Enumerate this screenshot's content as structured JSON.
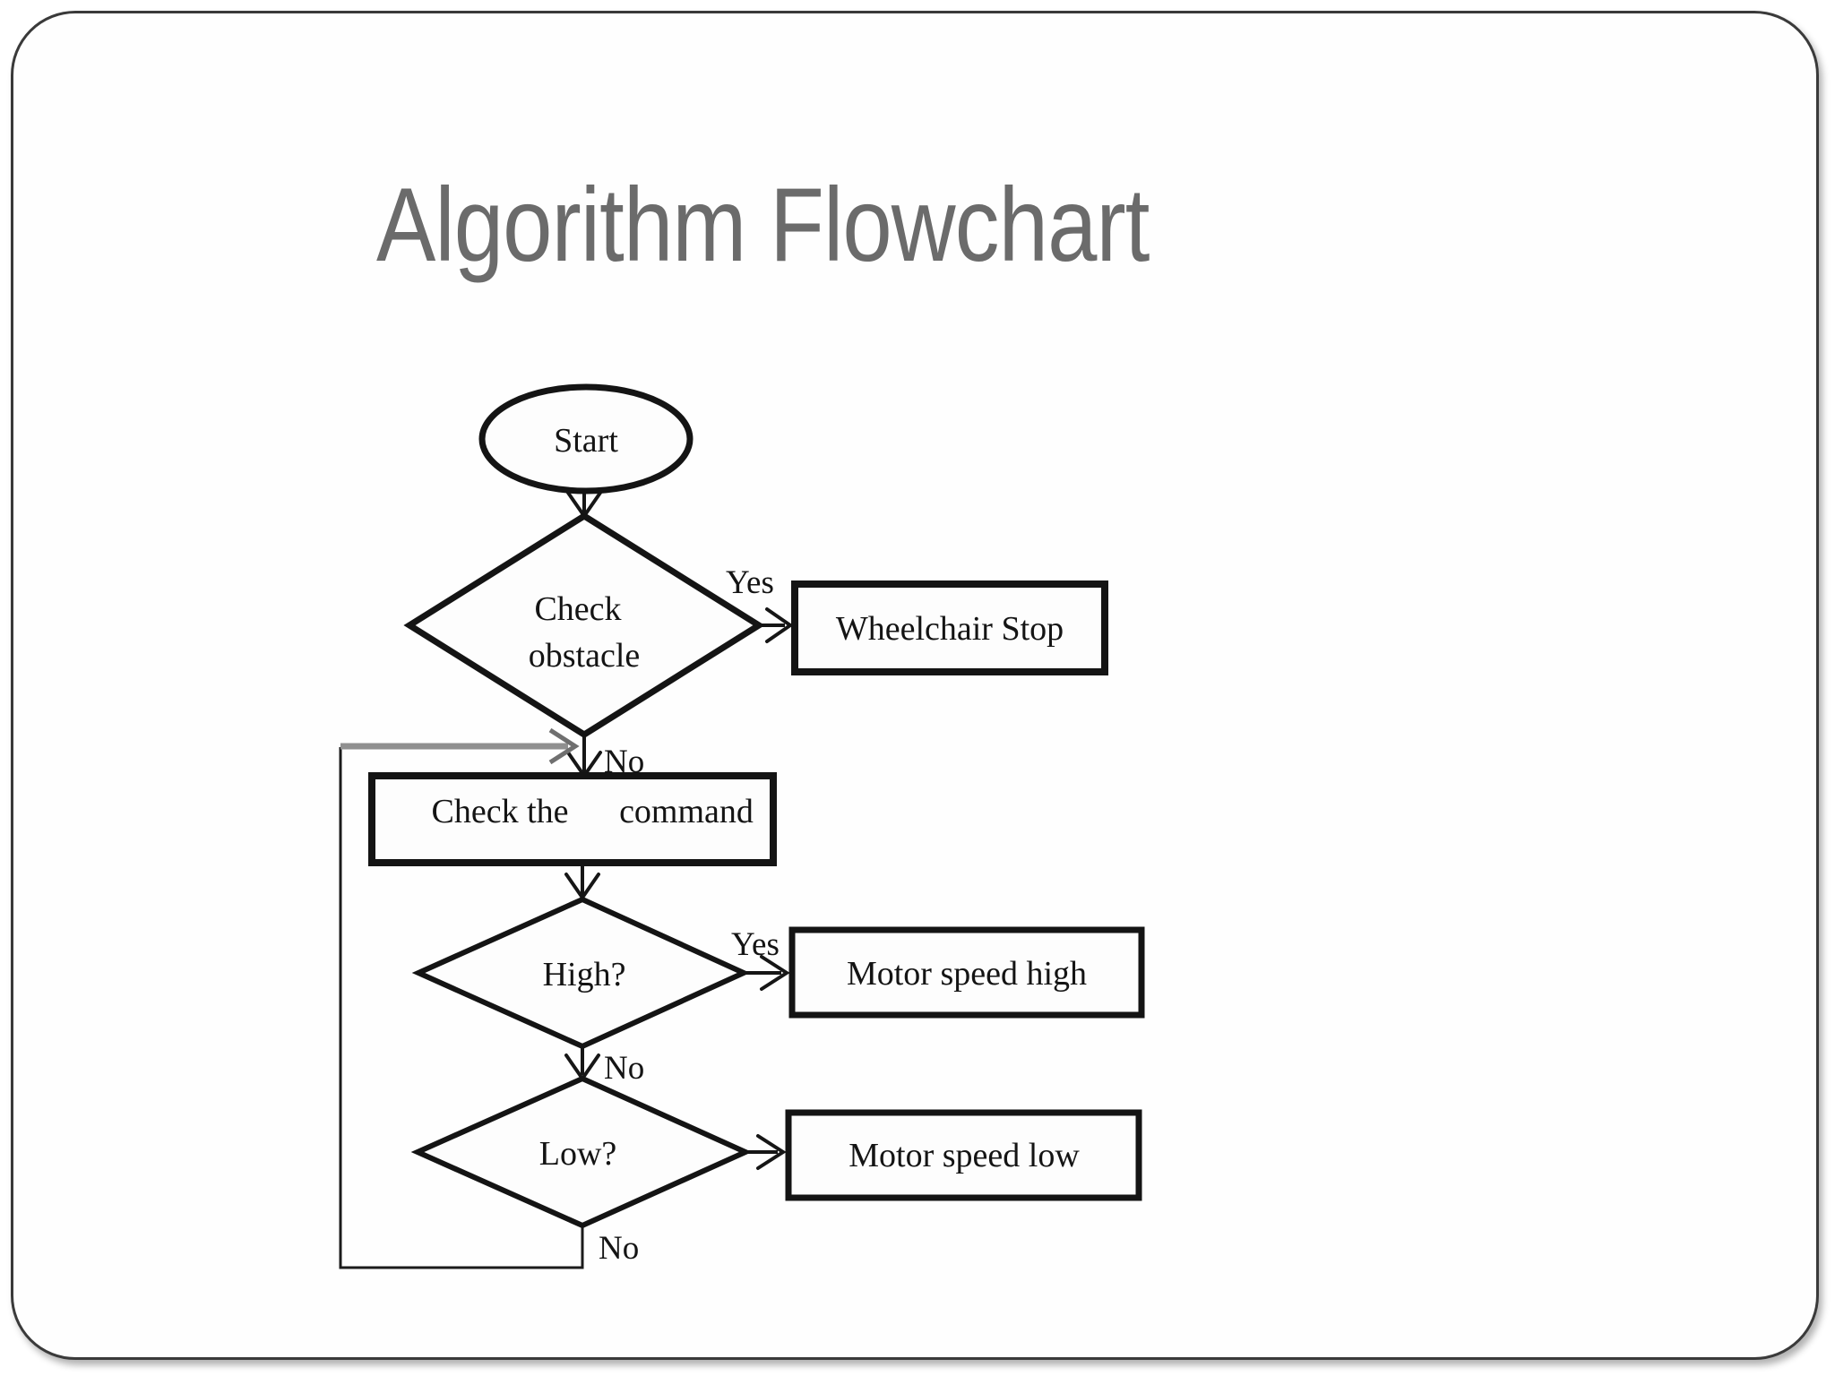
{
  "slide": {
    "title": "Algorithm Flowchart",
    "colors": {
      "background": "#ffffff",
      "frame_border": "#3a3a3a",
      "title_text": "#6b6b6b",
      "diagram_line": "#141414",
      "loop_return_line": "#909090"
    }
  },
  "flowchart": {
    "nodes": {
      "start": {
        "label": "Start",
        "type": "terminator"
      },
      "check_obstacle": {
        "label_line1": "Check",
        "label_line2": "obstacle",
        "type": "decision"
      },
      "wheelchair_stop": {
        "label": "Wheelchair Stop",
        "type": "process"
      },
      "check_command": {
        "label_left": "Check the",
        "label_right": "command",
        "type": "process"
      },
      "high": {
        "label": "High?",
        "type": "decision"
      },
      "motor_speed_high": {
        "label": "Motor speed high",
        "type": "process"
      },
      "low": {
        "label": "Low?",
        "type": "decision"
      },
      "motor_speed_low": {
        "label": "Motor speed low",
        "type": "process"
      }
    },
    "edge_labels": {
      "obstacle_yes": "Yes",
      "obstacle_no": "No",
      "high_yes": "Yes",
      "high_no": "No",
      "low_no": "No"
    }
  }
}
